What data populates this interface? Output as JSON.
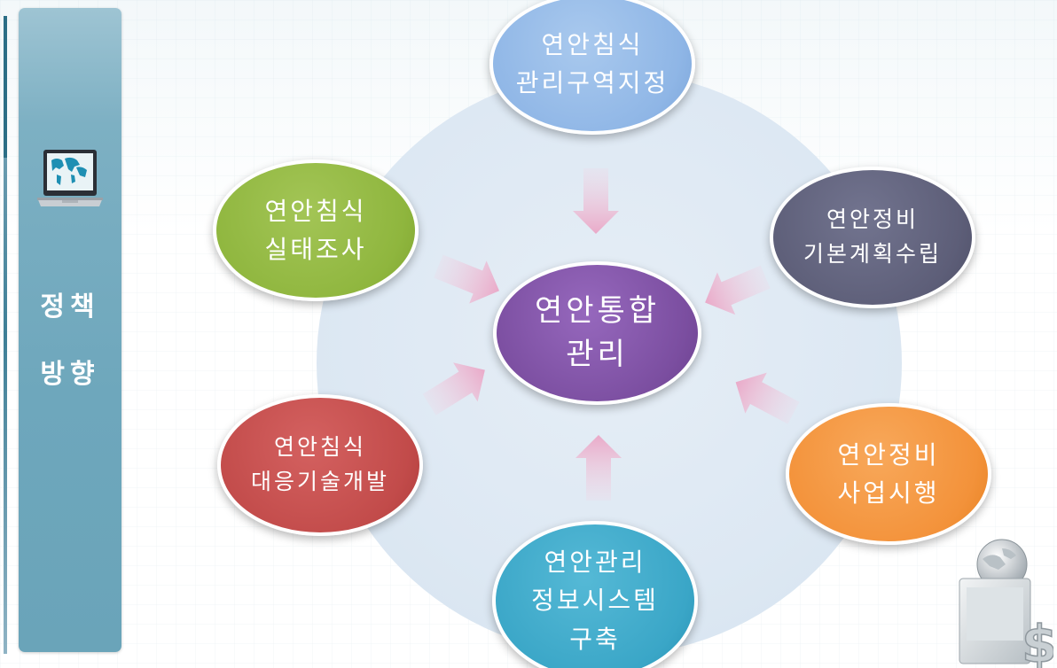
{
  "sidebar": {
    "title_line1": "정책",
    "title_line2": "방향"
  },
  "center": {
    "line1": "연안통합",
    "line2": "관리",
    "color": "#7b4ea0"
  },
  "nodes": [
    {
      "id": "top",
      "line1": "연안침식",
      "line2": "관리구역지정",
      "line3": "",
      "color": "#8fb6e6"
    },
    {
      "id": "right-upper",
      "line1": "연안정비",
      "line2": "기본계획수립",
      "line3": "",
      "color": "#5d5e78"
    },
    {
      "id": "right-lower",
      "line1": "연안정비",
      "line2": "사업시행",
      "line3": "",
      "color": "#f3923a"
    },
    {
      "id": "bottom",
      "line1": "연안관리",
      "line2": "정보시스템",
      "line3": "구축",
      "color": "#3aa6c7"
    },
    {
      "id": "left-lower",
      "line1": "연안침식",
      "line2": "대응기술개발",
      "line3": "",
      "color": "#c24b4a"
    },
    {
      "id": "left-upper",
      "line1": "연안침식",
      "line2": "실태조사",
      "line3": "",
      "color": "#8fb63e"
    }
  ],
  "icons": {
    "laptop": "laptop-world-map-icon",
    "corner": "computer-globe-dollar-icon"
  }
}
